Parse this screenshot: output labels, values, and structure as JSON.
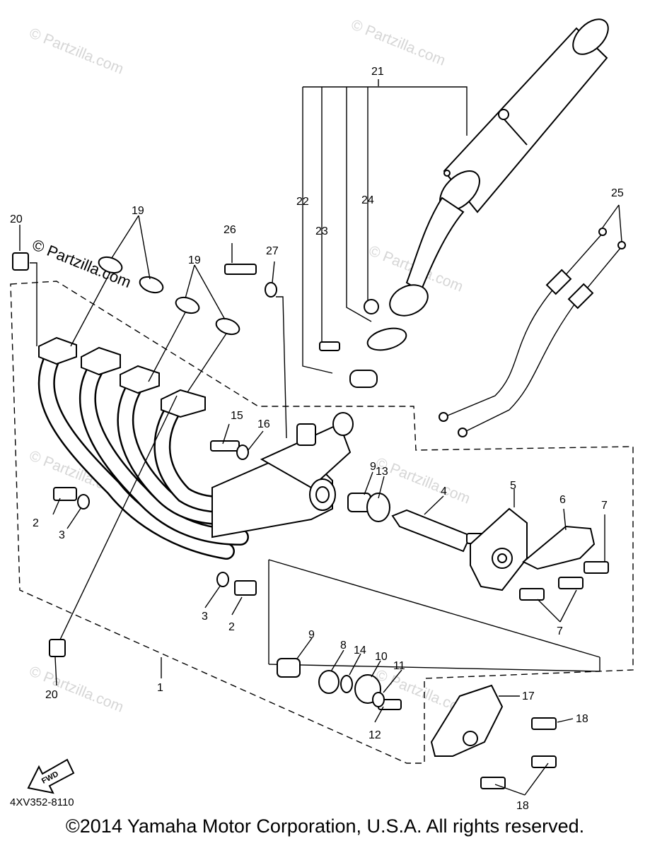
{
  "diagram": {
    "callouts": [
      "1",
      "2",
      "3",
      "4",
      "5",
      "6",
      "7",
      "8",
      "9",
      "10",
      "11",
      "12",
      "13",
      "14",
      "15",
      "16",
      "17",
      "18",
      "19",
      "20",
      "21",
      "22",
      "23",
      "24",
      "25",
      "26",
      "27"
    ],
    "fwd_arrow_text": "FWD",
    "drawing_code": "4XV352-8110",
    "watermark": "© Partzilla.com"
  },
  "footer": {
    "copyright": "©2014 Yamaha Motor Corporation, U.S.A. All rights reserved."
  }
}
